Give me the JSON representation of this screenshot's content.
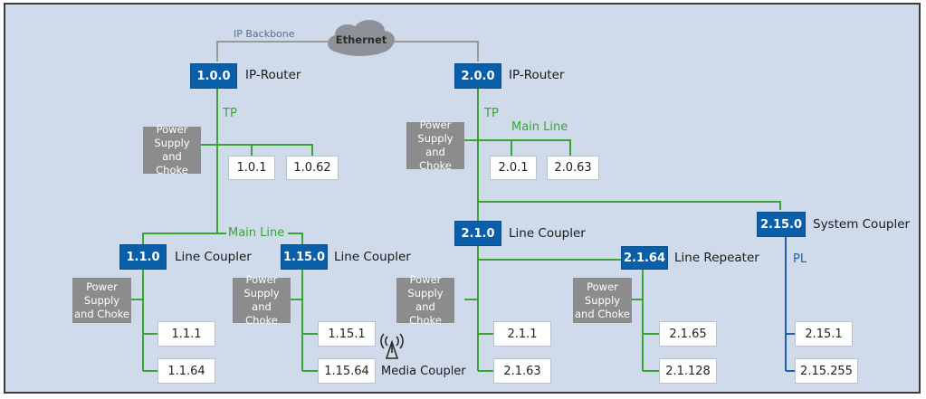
{
  "backbone": {
    "label": "IP Backbone",
    "cloud": "Ethernet"
  },
  "routers": [
    {
      "address": "1.0.0",
      "label": "IP-Router",
      "medium": "TP"
    },
    {
      "address": "2.0.0",
      "label": "IP-Router",
      "medium": "TP"
    }
  ],
  "power_supply": "Power Supply and Choke",
  "main_line": "Main Line",
  "area1": {
    "devices": [
      "1.0.1",
      "1.0.62"
    ],
    "coupler_a": {
      "address": "1.1.0",
      "label": "Line Coupler",
      "devices": [
        "1.1.1",
        "1.1.64"
      ]
    },
    "coupler_b": {
      "address": "1.15.0",
      "label": "Line Coupler",
      "devices": [
        "1.15.1",
        "1.15.64"
      ],
      "media_label": "Media Coupler"
    }
  },
  "area2": {
    "devices": [
      "2.0.1",
      "2.0.63"
    ],
    "coupler": {
      "address": "2.1.0",
      "label": "Line Coupler",
      "devices": [
        "2.1.1",
        "2.1.63"
      ]
    },
    "repeater": {
      "address": "2.1.64",
      "label": "Line Repeater",
      "devices": [
        "2.1.65",
        "2.1.128"
      ]
    },
    "system": {
      "address": "2.15.0",
      "label": "System Coupler",
      "medium": "PL",
      "devices": [
        "2.15.1",
        "2.15.255"
      ]
    }
  },
  "colors": {
    "tp": "#3aa535",
    "pl": "#1f5fae",
    "backbone": "#9a9a9a",
    "router": "#0b5fa8",
    "power": "#8c8c8c",
    "background": "#cfdaeb"
  },
  "icons": [
    "cloud-icon",
    "antenna-icon"
  ]
}
